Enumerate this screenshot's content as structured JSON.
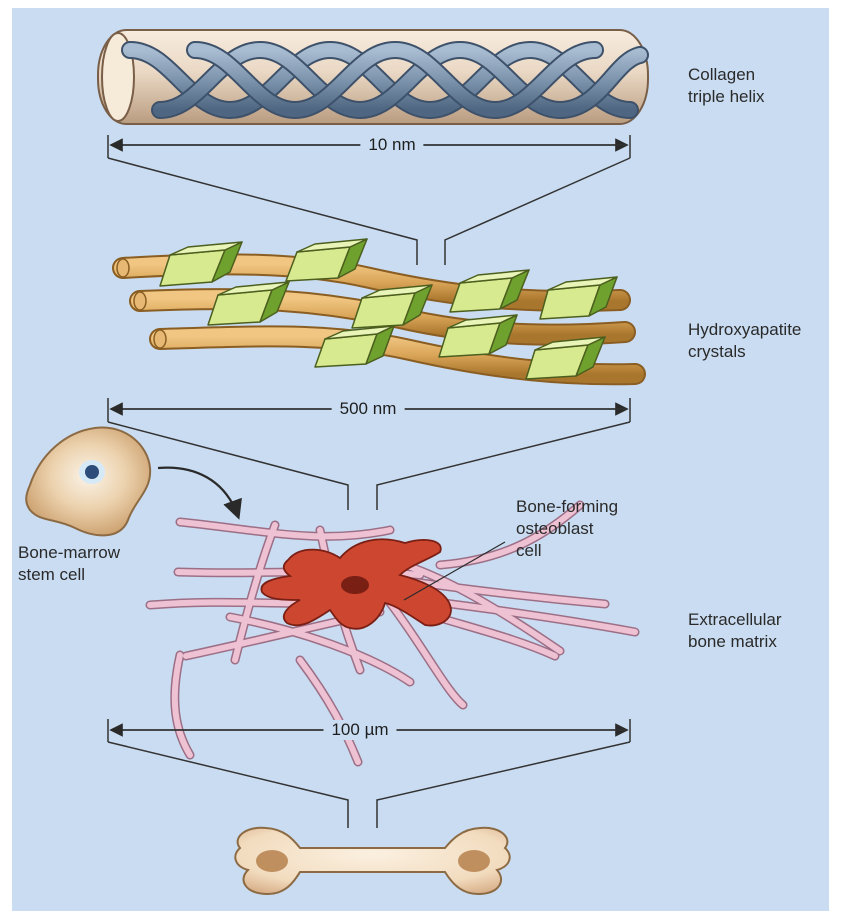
{
  "labels": {
    "collagen_line1": "Collagen",
    "collagen_line2": "triple helix",
    "hydroxy_line1": "Hydroxyapatite",
    "hydroxy_line2": "crystals",
    "stem_line1": "Bone-marrow",
    "stem_line2": "stem cell",
    "osteo_line1": "Bone-forming",
    "osteo_line2": "osteoblast",
    "osteo_line3": "cell",
    "matrix_line1": "Extracellular",
    "matrix_line2": "bone matrix"
  },
  "scales": {
    "top": "10 nm",
    "middle": "500 nm",
    "bottom": "100 µm"
  },
  "colors": {
    "background": "#c9dcf1",
    "collagen_tube": "#ead8c4",
    "helix": "#7d94ad",
    "fiber": "#d9a457",
    "crystal": "#c9e07a",
    "cell": "#d9b684",
    "osteoblast": "#c8402a",
    "matrix_fiber": "#e9b8cc",
    "bone": "#f2dcbf"
  }
}
